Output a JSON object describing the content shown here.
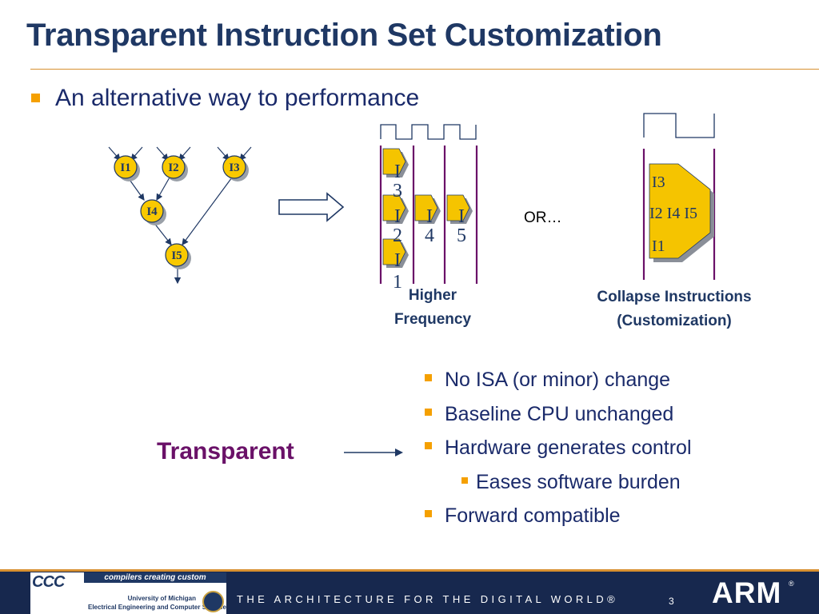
{
  "slide": {
    "title": "Transparent Instruction Set Customization",
    "bullet": "An alternative way to performance"
  },
  "graph": {
    "nodes": [
      "I1",
      "I2",
      "I3",
      "I4",
      "I5"
    ]
  },
  "pipeline": {
    "left_labels": [
      "I",
      "3",
      "I",
      "2",
      "I",
      "1"
    ],
    "small_labels": [
      "I",
      "4",
      "I",
      "5"
    ],
    "caption_line1": "Higher",
    "caption_line2": "Frequency"
  },
  "or_text": "OR…",
  "collapse": {
    "labels": [
      "I3",
      "I2 I4 I5",
      "I1"
    ],
    "caption_line1": "Collapse Instructions",
    "caption_line2": "(Customization)"
  },
  "transparent_label": "Transparent",
  "list": [
    "No ISA (or minor) change",
    "Baseline CPU unchanged",
    "Hardware generates control",
    "Eases software burden",
    "Forward compatible"
  ],
  "footer": {
    "logo_text": "CCC",
    "tagline": "compilers creating custom processors",
    "university": "University of Michigan",
    "department": "Electrical Engineering and Computer Science",
    "architecture": "THE ARCHITECTURE FOR THE DIGITAL WORLD®",
    "page": "3",
    "brand": "ARM",
    "brand_reg": "®"
  },
  "colors": {
    "title": "#1f3864",
    "accent": "#f5a000",
    "node_fill": "#f9c900",
    "pipeline_fill": "#f5c400",
    "transparent": "#6a1168",
    "footer_bg": "#17284e"
  }
}
